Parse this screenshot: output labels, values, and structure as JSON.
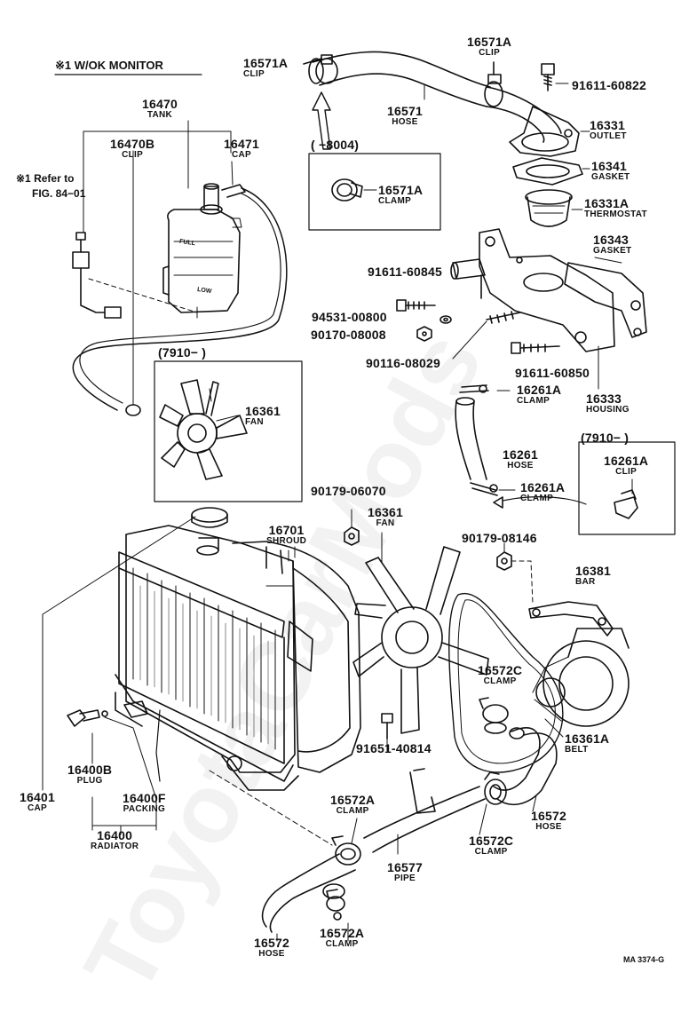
{
  "header": {
    "mark": "※1",
    "monitor": "W/OK MONITOR",
    "refer_line1": "※1 Refer to",
    "refer_line2": "FIG. 84−01"
  },
  "watermark": "ToyotaCarMods",
  "footer_code": "MA 3374-G",
  "parts": {
    "p16571A_top_left": {
      "number": "16571A",
      "name": "CLIP"
    },
    "p16571A_top_right": {
      "number": "16571A",
      "name": "CLIP"
    },
    "p91611_60822": {
      "number": "91611-60822"
    },
    "p16571": {
      "number": "16571",
      "name": "HOSE"
    },
    "p16331": {
      "number": "16331",
      "name": "OUTLET"
    },
    "p16341": {
      "number": "16341",
      "name": "GASKET"
    },
    "p16331A": {
      "number": "16331A",
      "name": "THERMOSTAT"
    },
    "p16343": {
      "number": "16343",
      "name": "GASKET"
    },
    "box_8004": {
      "period": "(      −8004)",
      "number": "16571A",
      "name": "CLAMP"
    },
    "p16470": {
      "number": "16470",
      "name": "TANK"
    },
    "p16470B": {
      "number": "16470B",
      "name": "CLIP"
    },
    "p16471": {
      "number": "16471",
      "name": "CAP"
    },
    "p91611_60845": {
      "number": "91611-60845"
    },
    "p94531_00800": {
      "number": "94531-00800"
    },
    "p90170_08008": {
      "number": "90170-08008"
    },
    "p90116_08029": {
      "number": "90116-08029"
    },
    "p91611_60850": {
      "number": "91611-60850"
    },
    "p16333": {
      "number": "16333",
      "name": "HOUSING"
    },
    "p16261A_top": {
      "number": "16261A",
      "name": "CLAMP"
    },
    "p16261": {
      "number": "16261",
      "name": "HOSE"
    },
    "p16261A_bottom": {
      "number": "16261A",
      "name": "CLAMP"
    },
    "box_7910_fan": {
      "period": "(7910−          )",
      "number": "16361",
      "name": "FAN"
    },
    "box_7910_clip": {
      "period": "(7910−          )",
      "number": "16261A",
      "name": "CLIP"
    },
    "p90179_06070": {
      "number": "90179-06070"
    },
    "p16701": {
      "number": "16701",
      "name": "SHROUD"
    },
    "p16361": {
      "number": "16361",
      "name": "FAN"
    },
    "p90179_08146": {
      "number": "90179-08146"
    },
    "p16381": {
      "number": "16381",
      "name": "BAR"
    },
    "p16572C_top": {
      "number": "16572C",
      "name": "CLAMP"
    },
    "p16361A": {
      "number": "16361A",
      "name": "BELT"
    },
    "p91651_40814": {
      "number": "91651-40814"
    },
    "p16400B": {
      "number": "16400B",
      "name": "PLUG"
    },
    "p16401": {
      "number": "16401",
      "name": "CAP"
    },
    "p16400F": {
      "number": "16400F",
      "name": "PACKING"
    },
    "p16400": {
      "number": "16400",
      "name": "RADIATOR"
    },
    "p16572A_top": {
      "number": "16572A",
      "name": "CLAMP"
    },
    "p16572C_bottom": {
      "number": "16572C",
      "name": "CLAMP"
    },
    "p16572_right": {
      "number": "16572",
      "name": "HOSE"
    },
    "p16577": {
      "number": "16577",
      "name": "PIPE"
    },
    "p16572_bottom": {
      "number": "16572",
      "name": "HOSE"
    },
    "p16572A_bottom": {
      "number": "16572A",
      "name": "CLAMP"
    }
  },
  "tank_marks": {
    "full": "FULL",
    "low": "LOW"
  }
}
